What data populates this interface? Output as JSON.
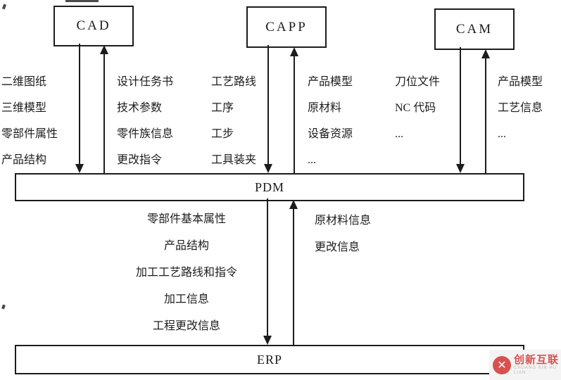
{
  "diagram": {
    "title_note": "",
    "boxes": {
      "cad": {
        "label": "CAD"
      },
      "capp": {
        "label": "CAPP"
      },
      "cam": {
        "label": "CAM"
      }
    },
    "bars": {
      "pdm": {
        "label": "PDM"
      },
      "erp": {
        "label": "ERP"
      }
    },
    "top_columns": [
      {
        "id": "cad-to-pdm",
        "items": [
          "二维图纸",
          "三维模型",
          "零部件属性",
          "产品结构"
        ]
      },
      {
        "id": "pdm-to-cad",
        "items": [
          "设计任务书",
          "技术参数",
          "零件族信息",
          "更改指令"
        ]
      },
      {
        "id": "capp-to-pdm",
        "items": [
          "工艺路线",
          "工序",
          "工步",
          "工具装夹"
        ]
      },
      {
        "id": "pdm-to-capp",
        "items": [
          "产品模型",
          "原材料",
          "设备资源",
          "..."
        ]
      },
      {
        "id": "cam-to-pdm",
        "items": [
          "刀位文件",
          "NC 代码",
          "..."
        ]
      },
      {
        "id": "pdm-to-cam",
        "items": [
          "产品模型",
          "工艺信息",
          "..."
        ]
      }
    ],
    "bottom_columns": [
      {
        "id": "pdm-to-erp",
        "items": [
          "零部件基本属性",
          "产品结构",
          "加工工艺路线和指令",
          "加工信息",
          "工程更改信息"
        ]
      },
      {
        "id": "erp-to-pdm",
        "items": [
          "原材料信息",
          "更改信息"
        ]
      }
    ],
    "colors": {
      "line": "#1c1c1c",
      "background": "#ffffff"
    }
  },
  "watermark": {
    "logo_glyph": "✕",
    "name": "创新互联",
    "subtitle": "CHUANG XIN HU LIAN",
    "accent_color": "#d9514e",
    "subtitle_color": "#b5b5b5"
  }
}
